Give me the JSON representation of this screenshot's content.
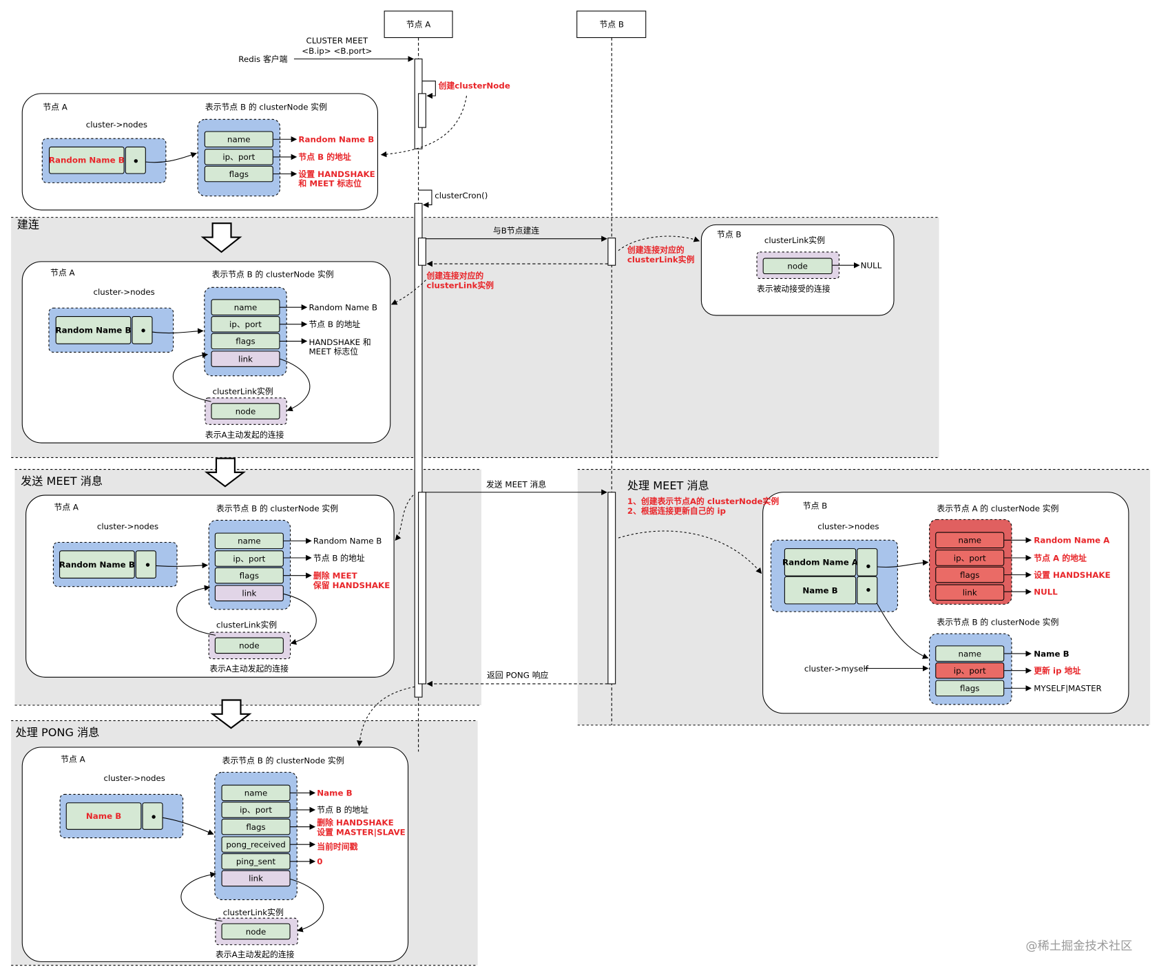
{
  "lifelines": {
    "node_a": "节点 A",
    "node_b": "节点 B"
  },
  "top": {
    "cmd_line1": "CLUSTER MEET",
    "cmd_line2": "<B.ip> <B.port>",
    "client": "Redis 客户端",
    "create_clusternode": "创建clusterNode",
    "cluster_cron": "clusterCron()"
  },
  "panel1": {
    "node_label": "节点 A",
    "instance_title": "表示节点 B 的 clusterNode 实例",
    "nodes_label": "cluster->nodes",
    "entry": "Random Name B",
    "fields": [
      "name",
      "ip、port",
      "flags"
    ],
    "ann_name": "Random Name B",
    "ann_ip": "节点 B 的地址",
    "ann_flags_1": "设置 HANDSHAKE",
    "ann_flags_2": "和 MEET 标志位"
  },
  "section_connect": {
    "title": "建连",
    "msg_connect": "与B节点建连",
    "b_create_1": "创建连接对应的",
    "b_create_2": "clusterLink实例",
    "a_create_1": "创建连接对应的",
    "a_create_2": "clusterLink实例",
    "nodeb_label": "节点 B",
    "nodeb_link_title": "clusterLink实例",
    "nodeb_link_field": "node",
    "nodeb_null": "NULL",
    "nodeb_caption": "表示被动接受的连接"
  },
  "panel2": {
    "node_label": "节点 A",
    "instance_title": "表示节点 B 的 clusterNode 实例",
    "nodes_label": "cluster->nodes",
    "entry": "Random Name B",
    "fields": [
      "name",
      "ip、port",
      "flags",
      "link"
    ],
    "ann_name": "Random Name B",
    "ann_ip": "节点 B 的地址",
    "ann_flags_1": "HANDSHAKE 和",
    "ann_flags_2": "MEET 标志位",
    "link_title": "clusterLink实例",
    "link_field": "node",
    "caption": "表示A主动发起的连接"
  },
  "section_meet": {
    "title": "发送 MEET 消息",
    "msg_meet": "发送 MEET 消息",
    "msg_pong": "返回 PONG 响应"
  },
  "panel3": {
    "node_label": "节点 A",
    "instance_title": "表示节点 B 的 clusterNode 实例",
    "nodes_label": "cluster->nodes",
    "entry": "Random Name B",
    "fields": [
      "name",
      "ip、port",
      "flags",
      "link"
    ],
    "ann_name": "Random Name B",
    "ann_ip": "节点 B 的地址",
    "ann_flags_1": "删除 MEET",
    "ann_flags_2": "保留 HANDSHAKE",
    "link_title": "clusterLink实例",
    "link_field": "node",
    "caption": "表示A主动发起的连接"
  },
  "section_process_meet": {
    "title": "处理 MEET 消息",
    "step1": "1、创建表示节点A的 clusterNode实例",
    "step2": "2、根据连接更新自己的 ip",
    "node_label": "节点 B",
    "nodes_label": "cluster->nodes",
    "entry_a": "Random Name A",
    "entry_b": "Name B",
    "a_title": "表示节点 A 的 clusterNode 实例",
    "a_fields": [
      "name",
      "ip、port",
      "flags",
      "link"
    ],
    "a_ann_name": "Random Name A",
    "a_ann_ip": "节点 A 的地址",
    "a_ann_flags": "设置 HANDSHAKE",
    "a_ann_link": "NULL",
    "b_title": "表示节点 B 的 clusterNode 实例",
    "b_fields": [
      "name",
      "ip、port",
      "flags"
    ],
    "b_ann_name": "Name B",
    "b_ann_ip": "更新 ip 地址",
    "b_ann_flags": "MYSELF|MASTER",
    "myself": "cluster->myself"
  },
  "section_pong": {
    "title": "处理 PONG 消息",
    "node_label": "节点 A",
    "instance_title": "表示节点 B 的 clusterNode 实例",
    "nodes_label": "cluster->nodes",
    "entry": "Name B",
    "fields": [
      "name",
      "ip、port",
      "flags",
      "pong_received",
      "ping_sent",
      "link"
    ],
    "ann_name": "Name B",
    "ann_ip": "节点 B 的地址",
    "ann_flags_1": "删除 HANDSHAKE",
    "ann_flags_2": "设置 MASTER|SLAVE",
    "ann_pong": "当前时间戳",
    "ann_ping": "0",
    "link_title": "clusterLink实例",
    "link_field": "node",
    "caption": "表示A主动发起的连接"
  },
  "watermark": "@稀土掘金技术社区",
  "colors": {
    "green": "#d5e8d4",
    "blue": "#a9c4eb",
    "purple": "#e1d5e7",
    "red": "#ea6b66",
    "red_bg": "#e06060",
    "section_bg": "#e6e6e6",
    "annotation": "#e8262a"
  }
}
